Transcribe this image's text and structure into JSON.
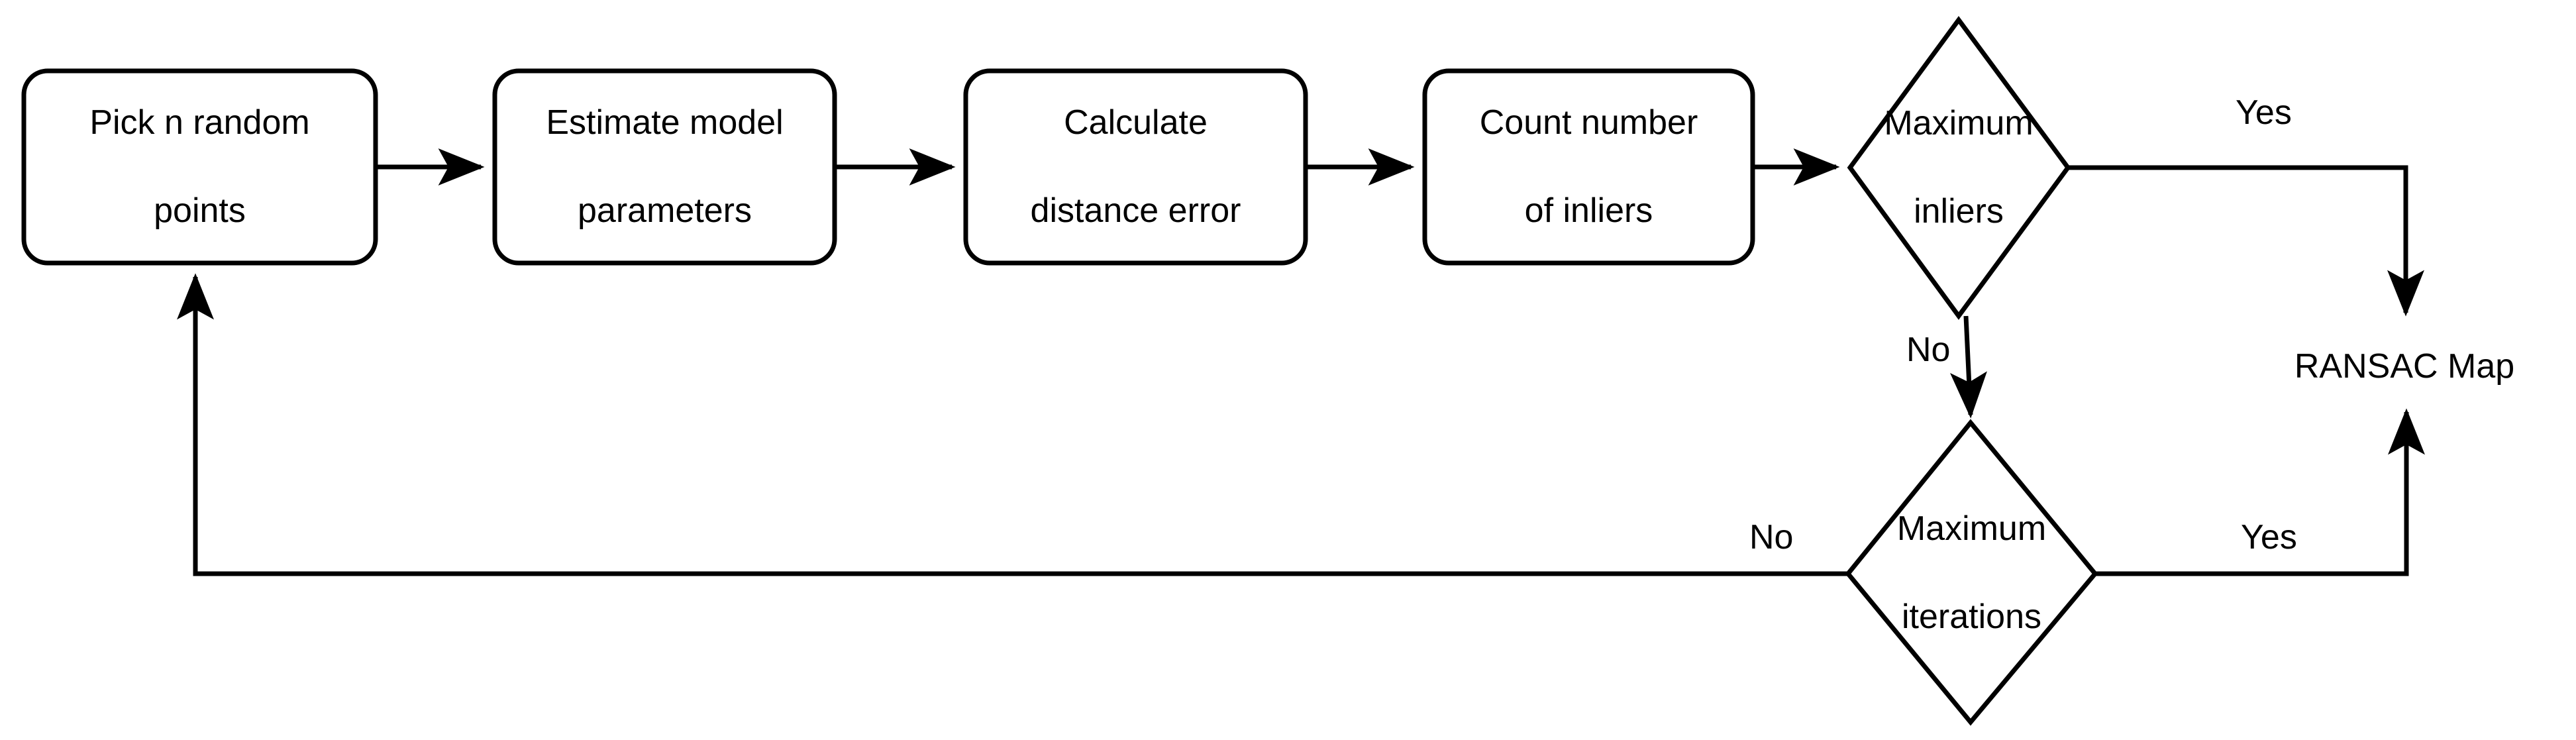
{
  "diagram": {
    "title": "RANSAC algorithm flowchart",
    "type": "flowchart",
    "background_color": "#ffffff",
    "stroke_color": "#000000",
    "text_color": "#000000",
    "nodes": [
      {
        "id": "pick",
        "shape": "rounded-rect",
        "label": "Pick n random\npoints",
        "line1": "Pick n random",
        "line2": "points"
      },
      {
        "id": "estimate",
        "shape": "rounded-rect",
        "label": "Estimate model\nparameters",
        "line1": "Estimate model",
        "line2": "parameters"
      },
      {
        "id": "calculate",
        "shape": "rounded-rect",
        "label": "Calculate\ndistance error",
        "line1": "Calculate",
        "line2": "distance error"
      },
      {
        "id": "count",
        "shape": "rounded-rect",
        "label": "Count number\nof inliers",
        "line1": "Count number",
        "line2": "of inliers"
      },
      {
        "id": "max-inliers",
        "shape": "diamond",
        "label": "Maximum\ninliers",
        "line1": "Maximum",
        "line2": "inliers"
      },
      {
        "id": "max-iterations",
        "shape": "diamond",
        "label": "Maximum\niterations",
        "line1": "Maximum",
        "line2": "iterations"
      },
      {
        "id": "ransac-map",
        "shape": "text",
        "label": "RANSAC Map"
      }
    ],
    "edge_labels": {
      "inliers_yes": "Yes",
      "inliers_no": "No",
      "iterations_no": "No",
      "iterations_yes": "Yes"
    }
  }
}
